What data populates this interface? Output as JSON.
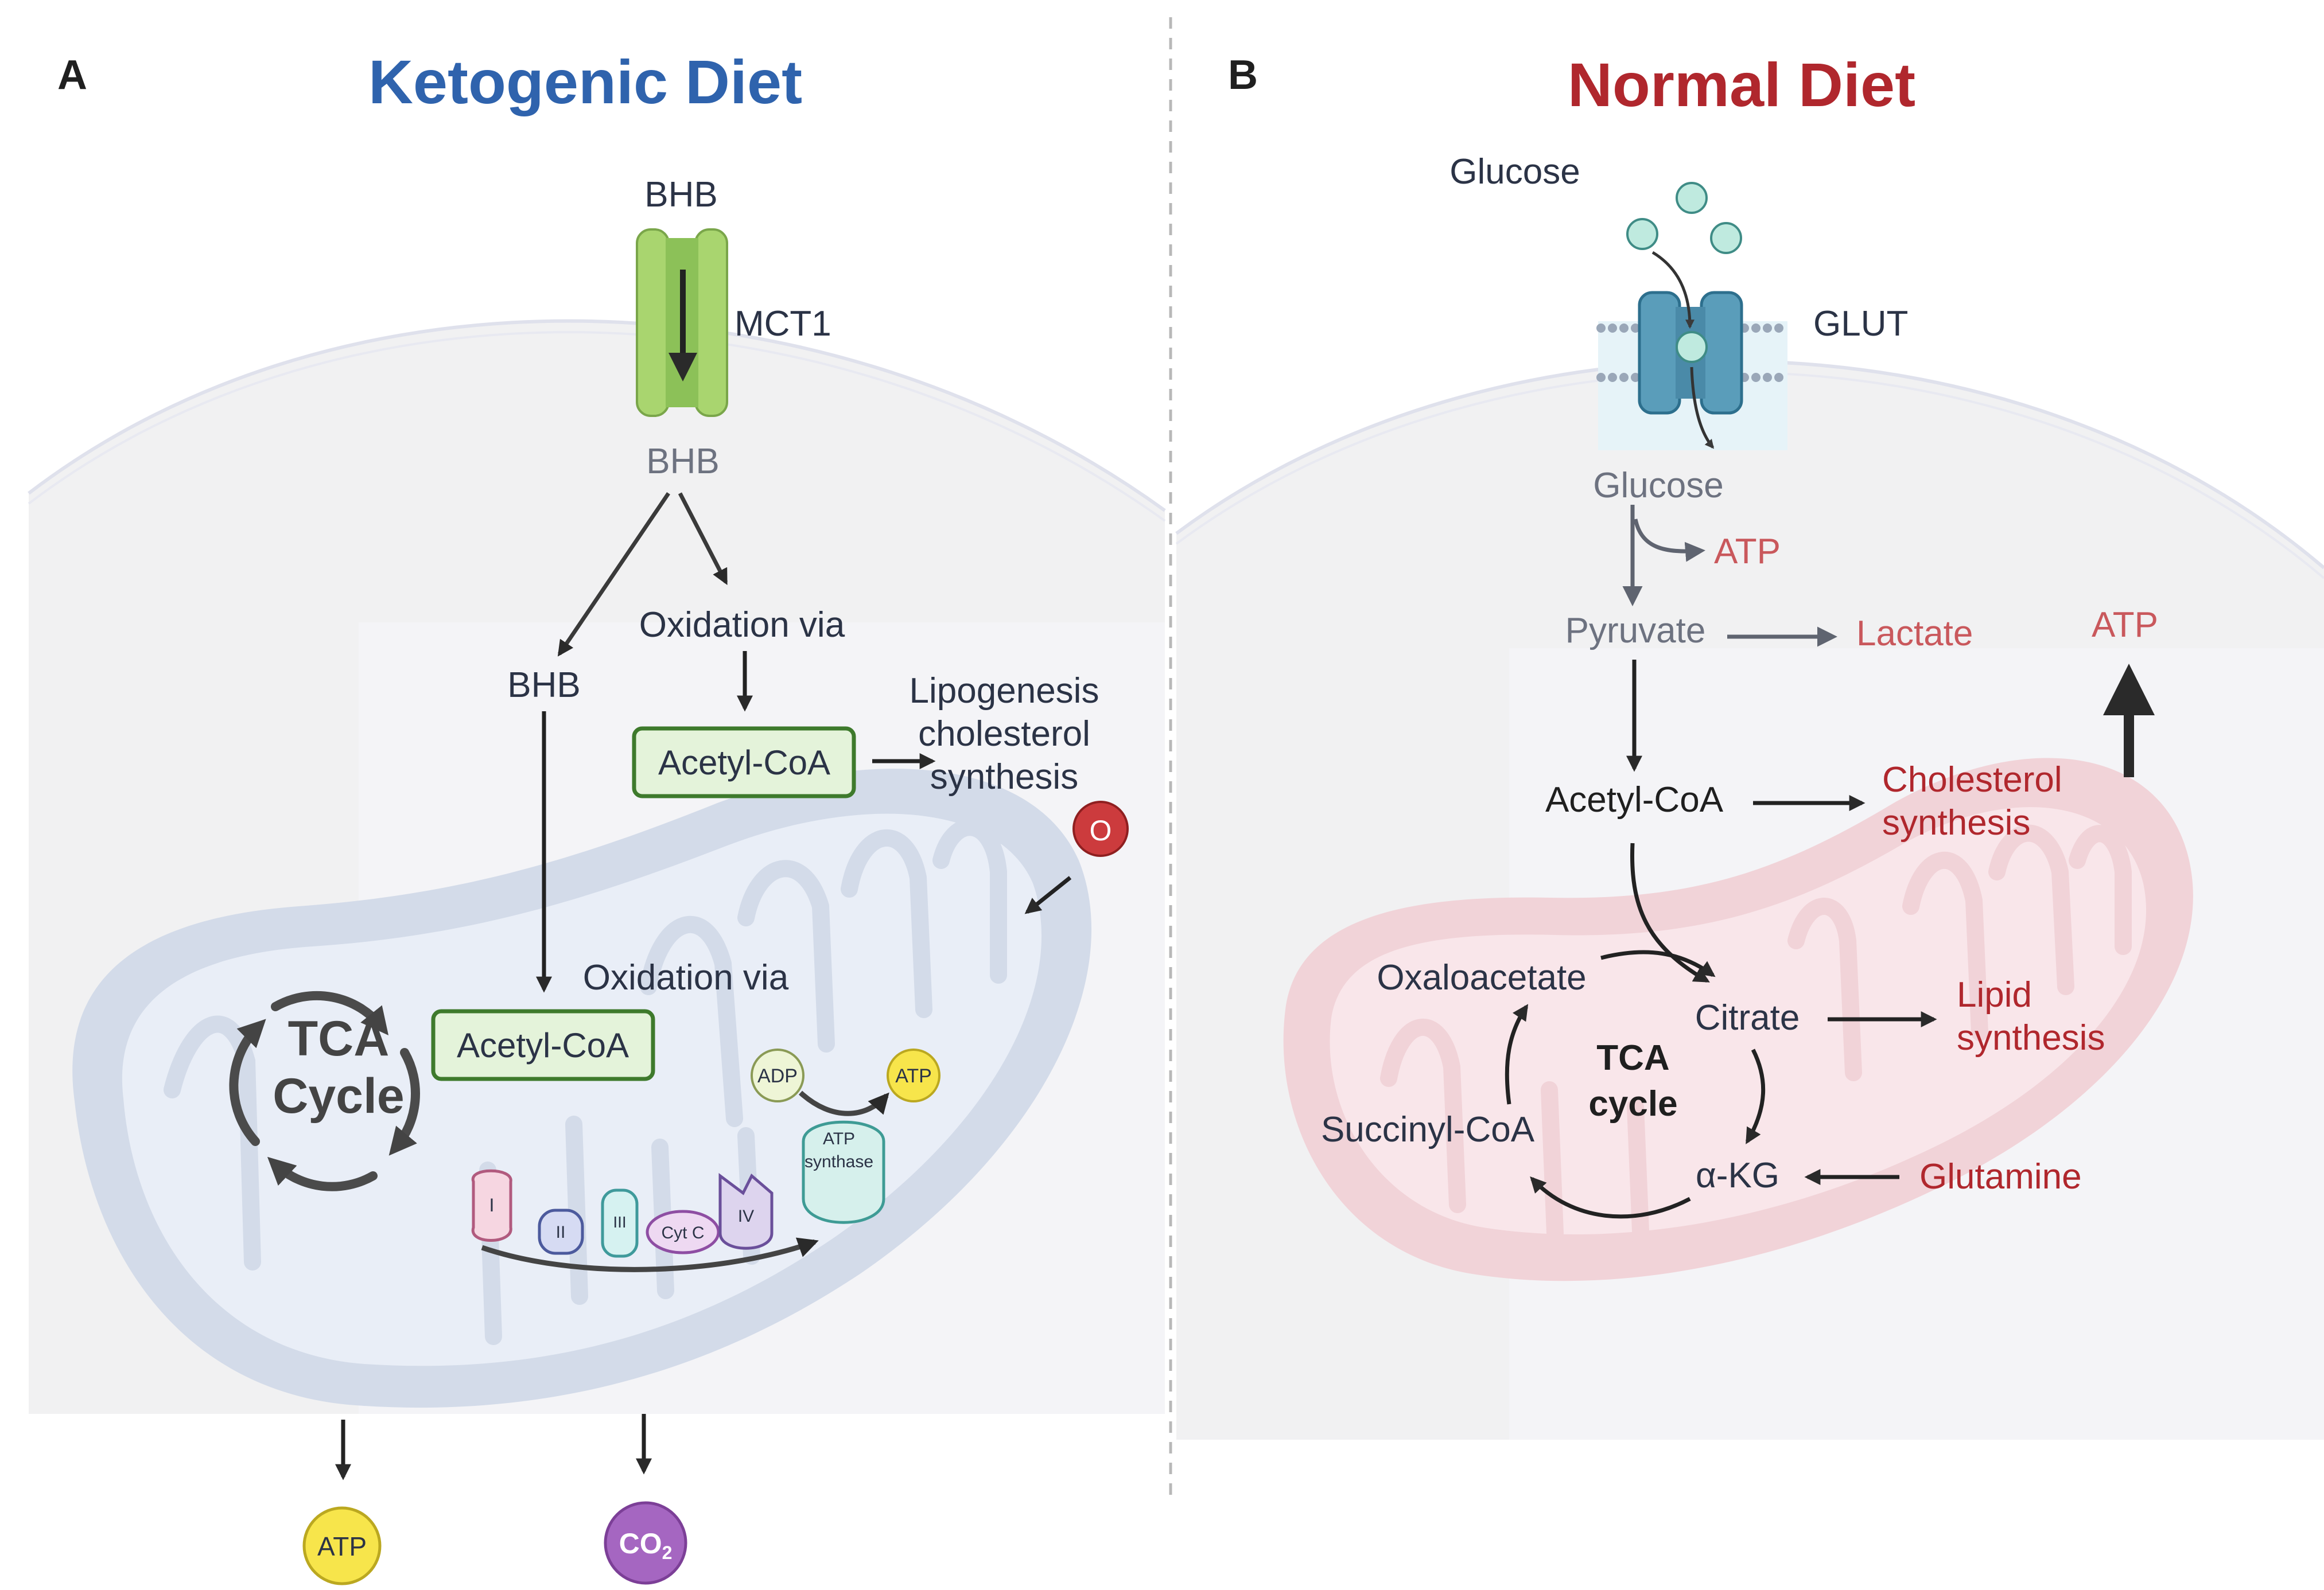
{
  "panel_a": {
    "letter": "A",
    "title": "Ketogenic Diet",
    "bhb_outside": "BHB",
    "transporter": "MCT1",
    "bhb_inside": "BHB",
    "oxidation_top": "Oxidation via",
    "bhb_branch": "BHB",
    "acetyl_coa_top": "Acetyl-CoA",
    "lipogenesis_line1": "Lipogenesis",
    "lipogenesis_line2": "cholesterol",
    "lipogenesis_line3": "synthesis",
    "oxygen": "O",
    "oxidation_mito": "Oxidation via",
    "acetyl_coa_mito": "Acetyl-CoA",
    "tca_line1": "TCA",
    "tca_line2": "Cycle",
    "adp": "ADP",
    "atp_small": "ATP",
    "atp_synthase_line1": "ATP",
    "atp_synthase_line2": "synthase",
    "complex_1": "I",
    "complex_2": "II",
    "complex_3": "III",
    "cyt_c": "Cyt C",
    "complex_4": "IV",
    "atp_out": "ATP",
    "co2_out": "CO",
    "co2_sub": "2"
  },
  "panel_b": {
    "letter": "B",
    "title": "Normal Diet",
    "glucose_outside": "Glucose",
    "transporter": "GLUT",
    "glucose_inside": "Glucose",
    "atp_glycolysis": "ATP",
    "pyruvate": "Pyruvate",
    "lactate": "Lactate",
    "atp_right": "ATP",
    "acetyl_coa": "Acetyl-CoA",
    "cholesterol_line1": "Cholesterol",
    "cholesterol_line2": "synthesis",
    "oxaloacetate": "Oxaloacetate",
    "citrate": "Citrate",
    "lipid_line1": "Lipid",
    "lipid_line2": "synthesis",
    "tca_line1": "TCA",
    "tca_line2": "cycle",
    "succinyl_coa": "Succinyl-CoA",
    "akg": "α-KG",
    "glutamine": "Glutamine"
  },
  "colors": {
    "ketogenic_title": "#2f63ad",
    "normal_title": "#b0272d",
    "mito_keto": "#d3dbe9",
    "mito_normal": "#f1d3d8",
    "mct1": "#a9d56f",
    "glut": "#5a9dba",
    "acetyl_box": "#e4f3da",
    "oxygen": "#cc3b3d",
    "atp_ball": "#f7e54b",
    "co2_ball": "#a566c1"
  }
}
